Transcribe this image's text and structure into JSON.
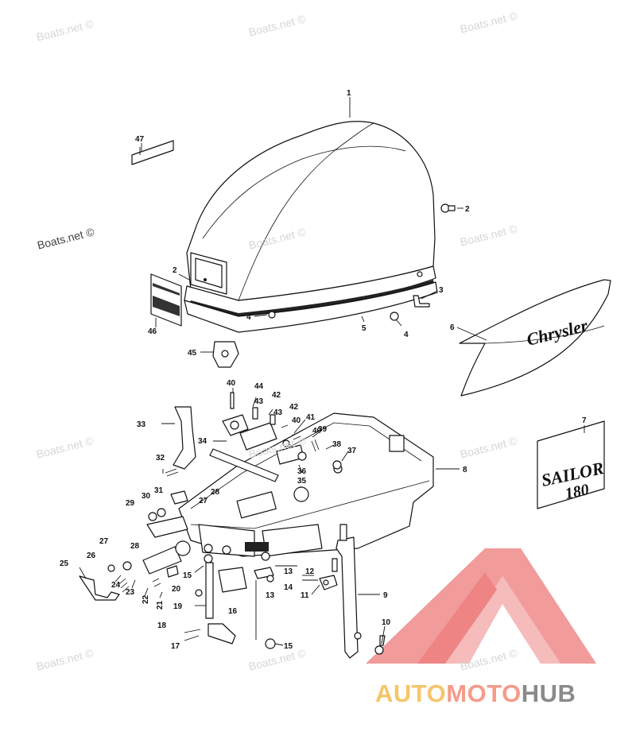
{
  "watermarks": [
    {
      "text": "Boats.net ©"
    },
    {
      "text": "Boats.net ©"
    },
    {
      "text": "Boats.net ©"
    },
    {
      "text": "Boats.net ©"
    },
    {
      "text": "Boats.net ©"
    },
    {
      "text": "Boats.net ©"
    },
    {
      "text": "Boats.net ©"
    },
    {
      "text": "Boats.net ©"
    },
    {
      "text": "Boats.net ©"
    },
    {
      "text": "Boats.net ©"
    },
    {
      "text": "Boats.net ©"
    },
    {
      "text": "Boats.net ©"
    }
  ],
  "decals": {
    "chrysler": "Chrysler",
    "sailor": "SAILOR",
    "model": "180"
  },
  "callouts": [
    "1",
    "2",
    "2",
    "3",
    "4",
    "4",
    "5",
    "6",
    "7",
    "8",
    "9",
    "10",
    "11",
    "12",
    "13",
    "13",
    "14",
    "15",
    "15",
    "16",
    "17",
    "18",
    "19",
    "20",
    "21",
    "22",
    "23",
    "24",
    "25",
    "26",
    "27",
    "27",
    "28",
    "28",
    "29",
    "30",
    "31",
    "32",
    "33",
    "34",
    "35",
    "36",
    "37",
    "38",
    "39",
    "40",
    "40",
    "40",
    "41",
    "42",
    "42",
    "43",
    "43",
    "44",
    "45",
    "46",
    "47"
  ],
  "brand": {
    "part1": "AUTO",
    "part2": "MOTO",
    "part3": "HUB",
    "colors": {
      "auto": "#f6c56a",
      "moto": "#f59b8a",
      "hub": "#8a8a8a",
      "logo": "#ef7f7f"
    }
  }
}
